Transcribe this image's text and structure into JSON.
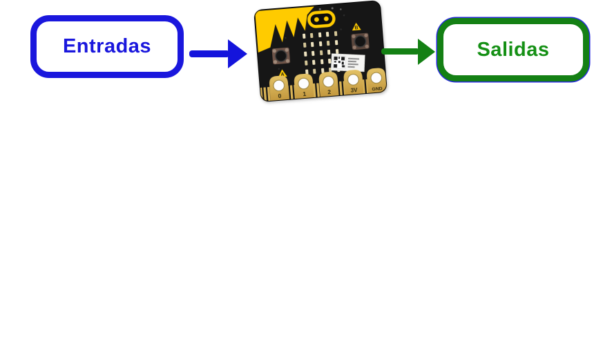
{
  "page": {
    "background": "#ffffff"
  },
  "diagram": {
    "entradas_box": {
      "label": "Entradas",
      "color": "#1a17dd"
    },
    "salidas_box": {
      "label": "Salidas",
      "text_color": "#159015",
      "border_color": "#148014",
      "outline_color": "#2a2ae0"
    },
    "arrow_input": {
      "color": "#1414dc"
    },
    "arrow_output": {
      "color": "#148014"
    },
    "microbit": {
      "board_color": "#161616",
      "accent_yellow": "#ffcb00",
      "gold": "#d4af55",
      "pins": [
        "0",
        "1",
        "2",
        "3V",
        "GND"
      ],
      "button_a_label": "A",
      "button_b_label": "B"
    }
  }
}
